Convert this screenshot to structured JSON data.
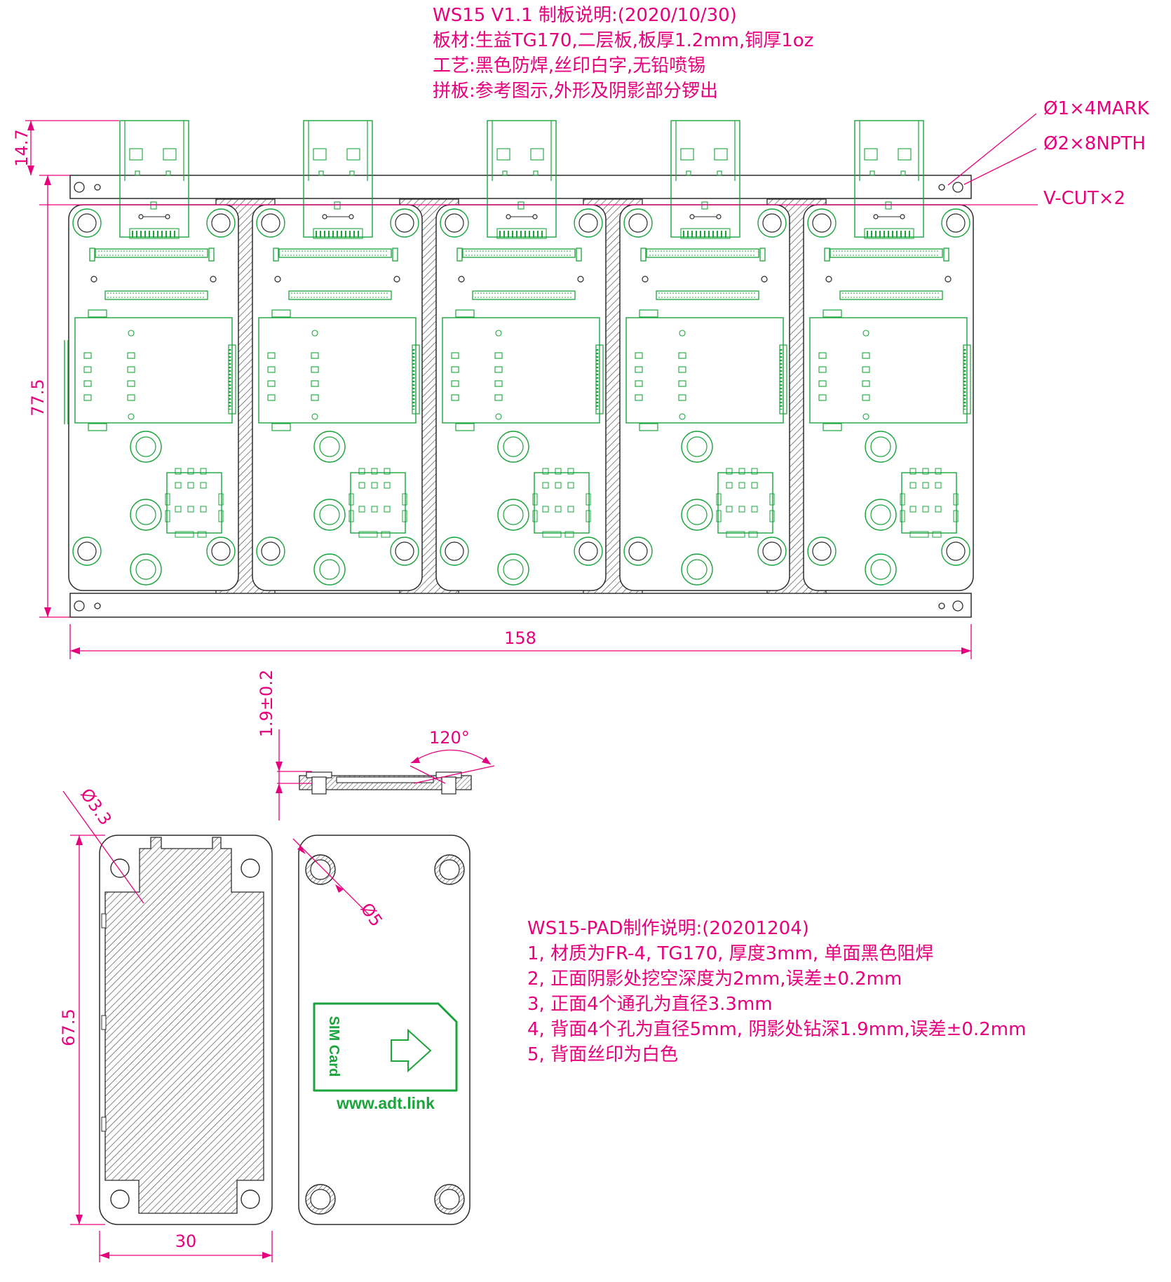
{
  "panel_notes": {
    "title": "WS15 V1.1  制板说明:(2020/10/30)",
    "material": "板材:生益TG170,二层板,板厚1.2mm,铜厚1oz",
    "process": "工艺:黑色防焊,丝印白字,无铅喷锡",
    "panelize": "拼板:参考图示,外形及阴影部分锣出"
  },
  "callouts": {
    "mark": "Ø1×4MARK",
    "npth": "Ø2×8NPTH",
    "vcut": "V-CUT×2"
  },
  "dimensions": {
    "tab_height": "14.7",
    "panel_height": "77.5",
    "panel_width": "158",
    "thickness": "1.9±0.2",
    "chamfer_angle": "120°",
    "hole_small": "Ø3.3",
    "hole_large": "Ø5",
    "pad_height": "67.5",
    "pad_width": "30"
  },
  "pad_notes": {
    "title": "WS15-PAD制作说明:(20201204)",
    "line1": "1, 材质为FR-4, TG170, 厚度3mm, 单面黑色阻焊",
    "line2": "2, 正面阴影处挖空深度为2mm,误差±0.2mm",
    "line3": "3, 正面4个通孔为直径3.3mm",
    "line4": "4, 背面4个孔为直径5mm, 阴影处钻深1.9mm,误差±0.2mm",
    "line5": "5, 背面丝印为白色"
  },
  "silkscreen": {
    "sim_label": "SIM Card",
    "website": "www.adt.link"
  },
  "colors": {
    "dimension": "#e6007e",
    "outline": "#2b2b2b",
    "copper": "#1aa53b",
    "hatch": "#555555"
  },
  "board_count": 5
}
